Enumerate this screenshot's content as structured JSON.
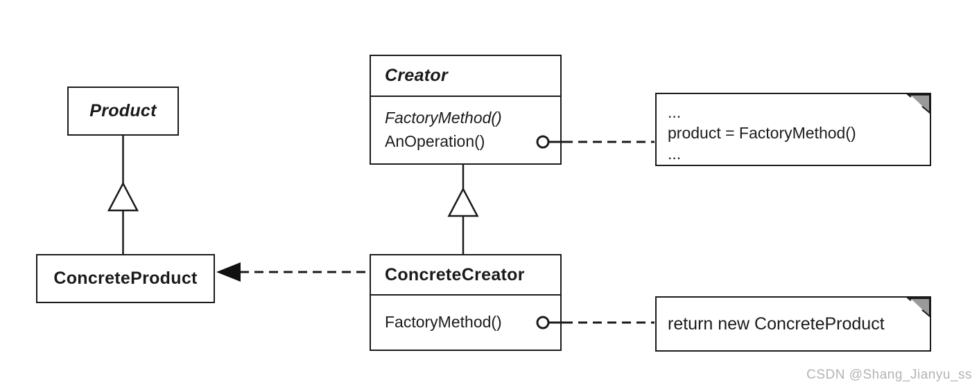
{
  "diagram": {
    "type": "uml-class-diagram",
    "pattern": "Factory Method",
    "classes": {
      "product": {
        "name": "Product",
        "abstract": true
      },
      "creator": {
        "name": "Creator",
        "abstract": true,
        "methods": [
          "FactoryMethod()",
          "AnOperation()"
        ]
      },
      "concrete_product": {
        "name": "ConcreteProduct"
      },
      "concrete_creator": {
        "name": "ConcreteCreator",
        "methods": [
          "FactoryMethod()"
        ]
      }
    },
    "notes": {
      "creator_note": {
        "lines": [
          "...",
          "product = FactoryMethod()",
          "..."
        ]
      },
      "concrete_creator_note": {
        "lines": [
          "return new ConcreteProduct"
        ]
      }
    },
    "relationships": [
      {
        "type": "generalization",
        "from": "ConcreteProduct",
        "to": "Product"
      },
      {
        "type": "generalization",
        "from": "ConcreteCreator",
        "to": "Creator"
      },
      {
        "type": "dependency",
        "from": "ConcreteCreator",
        "to": "ConcreteProduct"
      },
      {
        "type": "note-anchor",
        "from": "Creator.AnOperation()",
        "to": "creator_note"
      },
      {
        "type": "note-anchor",
        "from": "ConcreteCreator.FactoryMethod()",
        "to": "concrete_creator_note"
      }
    ],
    "colors": {
      "line": "#1a1a1a",
      "box_fill": "#ffffff",
      "note_fold": "#9a9a9a",
      "background": "#ffffff",
      "watermark": "#b3b3b3"
    }
  },
  "watermark": {
    "text": "CSDN @Shang_Jianyu_ss"
  }
}
